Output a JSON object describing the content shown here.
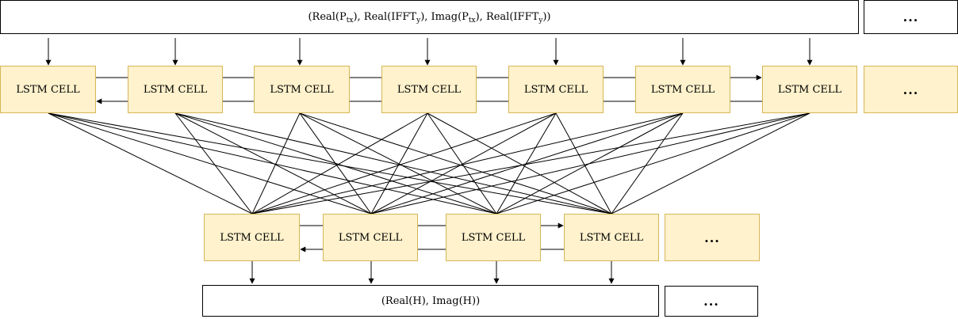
{
  "input_box": {
    "parts": [
      {
        "text": "(Real(P"
      },
      {
        "sub": "tx"
      },
      {
        "text": "), Real(IFFT"
      },
      {
        "sub": "y"
      },
      {
        "text": "), Imag(P"
      },
      {
        "sub": "tx"
      },
      {
        "text": "), Real(IFFT"
      },
      {
        "sub": "y"
      },
      {
        "text": "))"
      }
    ]
  },
  "ellipsis": "...",
  "cell_label": "LSTM CELL",
  "layer1": {
    "cell_count": 7
  },
  "layer2": {
    "cell_count": 4
  },
  "output_box": {
    "label": "(Real(H), Imag(H))"
  },
  "colors": {
    "cell_fill": "#fff2cc",
    "cell_border": "#d6b656",
    "line": "#000000"
  }
}
